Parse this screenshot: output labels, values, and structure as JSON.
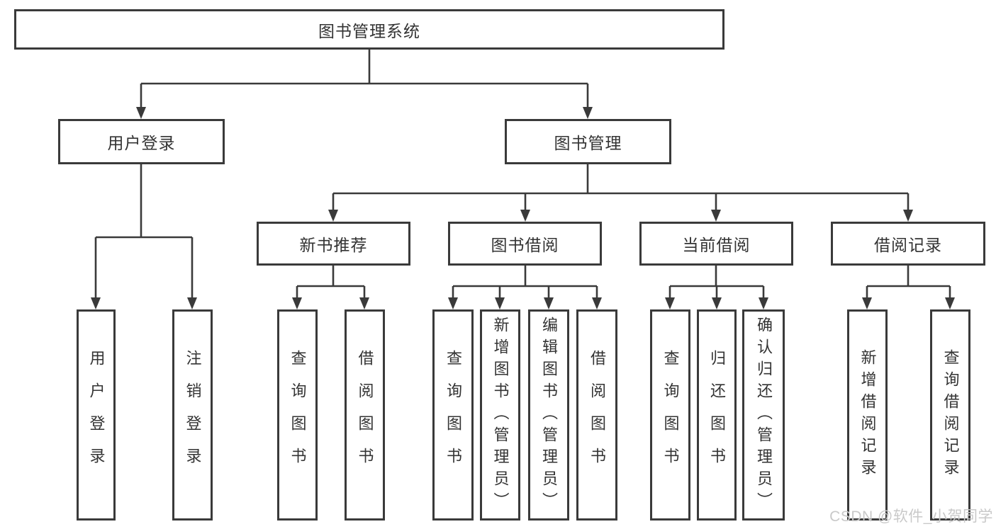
{
  "diagram": {
    "root": {
      "label": "图书管理系统"
    },
    "level2": [
      {
        "label": "用户登录"
      },
      {
        "label": "图书管理"
      }
    ],
    "level3": [
      {
        "label": "新书推荐"
      },
      {
        "label": "图书借阅"
      },
      {
        "label": "当前借阅"
      },
      {
        "label": "借阅记录"
      }
    ],
    "leaves": {
      "login": [
        {
          "label": "用户登录"
        },
        {
          "label": "注销登录"
        }
      ],
      "newbook": [
        {
          "label": "查询图书"
        },
        {
          "label": "借阅图书"
        }
      ],
      "borrow": [
        {
          "label": "查询图书"
        },
        {
          "label": "新增图书（管理员）"
        },
        {
          "label": "编辑图书（管理员）"
        },
        {
          "label": "借阅图书"
        }
      ],
      "current": [
        {
          "label": "查询图书"
        },
        {
          "label": "归还图书"
        },
        {
          "label": "确认归还（管理员）"
        }
      ],
      "records": [
        {
          "label": "新增借阅记录"
        },
        {
          "label": "查询借阅记录"
        }
      ]
    },
    "watermark": "CSDN @软件_小贺同学",
    "colors": {
      "line": "#3a3a3a",
      "text": "#333333",
      "watermark": "#c9c9c9",
      "background": "#ffffff"
    }
  }
}
